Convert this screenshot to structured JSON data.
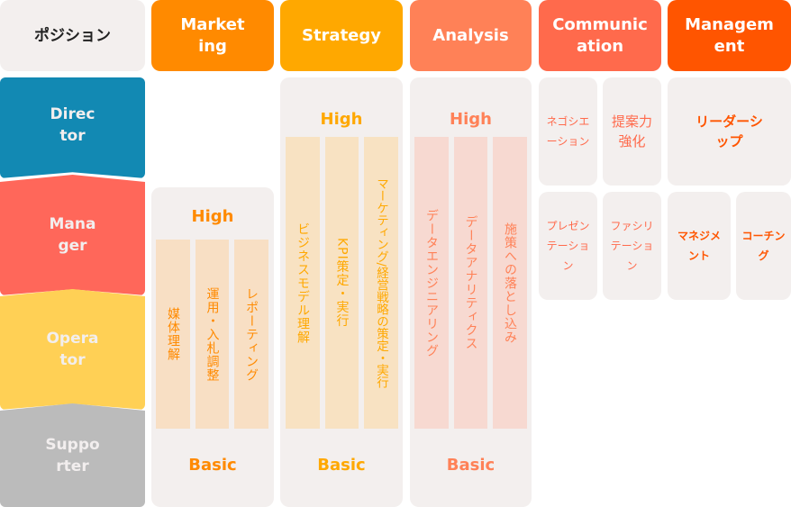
{
  "header": {
    "position_label": "ポジション",
    "categories": [
      {
        "label": "Market\ning",
        "color": "#ff8a00"
      },
      {
        "label": "Strategy",
        "color": "#ffa800"
      },
      {
        "label": "Analysis",
        "color": "#ff8157"
      },
      {
        "label": "Communic\nation",
        "color": "#ff6a4c"
      },
      {
        "label": "Managem\nent",
        "color": "#ff5500"
      }
    ]
  },
  "positions": [
    {
      "label": "Direc\ntor",
      "color": "#1289b3"
    },
    {
      "label": "Mana\nger",
      "color": "#ff675a"
    },
    {
      "label": "Opera\ntor",
      "color": "#ffd055"
    },
    {
      "label": "Suppo\nrter",
      "color": "#bbbbbb"
    }
  ],
  "marketing": {
    "high": "High",
    "basic": "Basic",
    "skills": [
      "媒体理解",
      "運用・入札調整",
      "レポーティング"
    ]
  },
  "strategy": {
    "high": "High",
    "basic": "Basic",
    "skills": [
      "ビジネスモデル理解",
      "KPI策定・実行",
      "マーケティング/経営戦略の策定・実行"
    ]
  },
  "analysis": {
    "high": "High",
    "basic": "Basic",
    "skills": [
      "データエンジニアリング",
      "データアナリティクス",
      "施策への落とし込み"
    ]
  },
  "communication": {
    "director": [
      "ネゴシエーション",
      "提案力強化"
    ],
    "manager": [
      "プレゼンテーション",
      "ファシリテーション"
    ]
  },
  "management": {
    "director": [
      "リーダーシップ"
    ],
    "manager": [
      "マネジメント",
      "コーチング"
    ]
  }
}
